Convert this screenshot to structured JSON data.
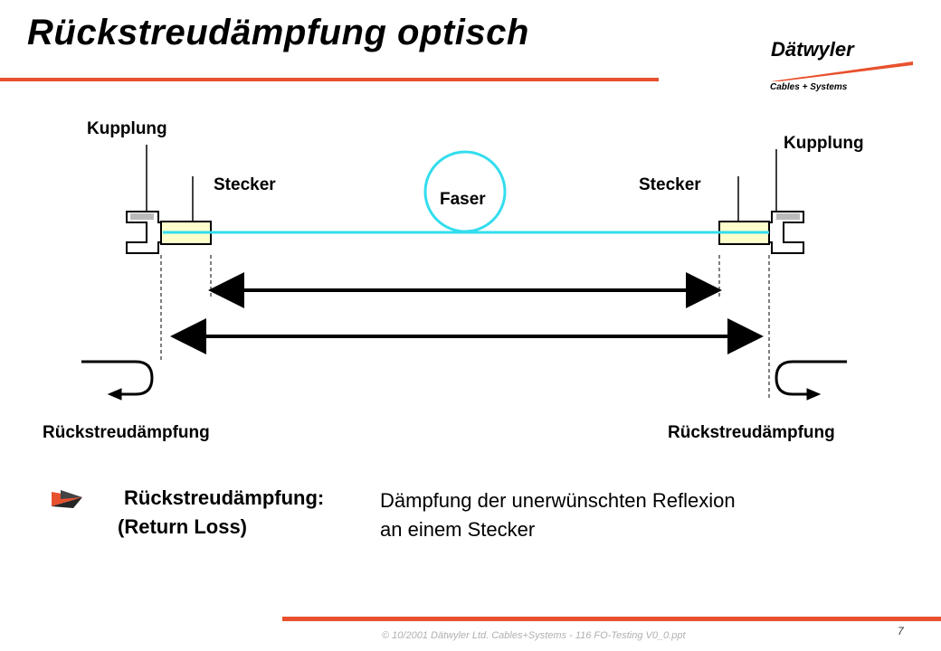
{
  "slide": {
    "title": "Rückstreudämpfung optisch",
    "logo": {
      "name": "Dätwyler",
      "tagline": "Cables + Systems"
    },
    "accent_color": "#e8512e"
  },
  "diagram": {
    "kupplung_left": "Kupplung",
    "kupplung_right": "Kupplung",
    "stecker_left": "Stecker",
    "stecker_right": "Stecker",
    "faser": "Faser",
    "rueckstreu_left": "Rückstreudämpfung",
    "rueckstreu_right": "Rückstreudämpfung",
    "fiber_color": "#33ddee"
  },
  "definition": {
    "term": "Rückstreudämpfung:",
    "term_en": "(Return Loss)",
    "line1": "Dämpfung der unerwünschten  Reflexion",
    "line2": "an einem Stecker"
  },
  "footer": {
    "copyright": "© 10/2001 Dätwyler Ltd. Cables+Systems - 116 FO-Testing V0_0.ppt",
    "page": "7"
  }
}
